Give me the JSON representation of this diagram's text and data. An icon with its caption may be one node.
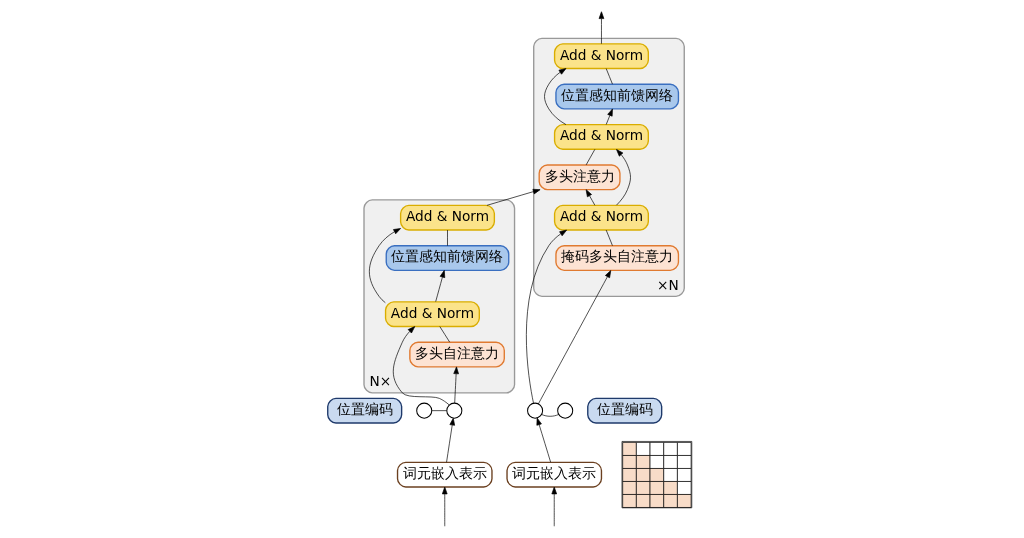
{
  "diagram": {
    "nodes": [
      {
        "text": [],
        "shape": "box",
        "beside": [
          "N×"
        ]
      },
      {
        "text": [
          "Add & Norm"
        ],
        "in": 0
      },
      {
        "text": [
          "位置感知前馈网络"
        ],
        "in": 0
      },
      {
        "text": [
          "Add & Norm"
        ],
        "in": 0
      },
      {
        "text": [
          "多头自注意力"
        ],
        "in": 0
      },
      {
        "text": [],
        "shape": "box",
        "beside": [
          "×N"
        ]
      },
      {
        "text": [
          "Add & Norm"
        ],
        "in": 5
      },
      {
        "text": [
          "位置感知前馈网络"
        ],
        "in": 5
      },
      {
        "text": [
          "Add & Norm"
        ],
        "in": 5
      },
      {
        "text": [
          "多头注意力"
        ],
        "in": 5
      },
      {
        "text": [
          "Add & Norm"
        ],
        "in": 5
      },
      {
        "text": [
          "掩码多头自注意力"
        ],
        "in": 5
      },
      {
        "text": [],
        "shape": "grid"
      },
      {
        "text": [
          "位置编码"
        ]
      },
      {
        "text": [],
        "shape": "circle"
      },
      {
        "text": [],
        "shape": "circle"
      },
      {
        "text": [
          "词元嵌入表示"
        ]
      },
      {
        "text": [],
        "shape": "circle"
      },
      {
        "text": [],
        "shape": "circle"
      },
      {
        "text": [
          "位置编码"
        ]
      },
      {
        "text": [
          "词元嵌入表示"
        ]
      }
    ],
    "edges": [
      {
        "from": null,
        "to": 16,
        "arrow": "to"
      },
      {
        "from": 16,
        "to": 15,
        "arrow": "to"
      },
      {
        "from": 14,
        "to": 15,
        "arrow": "none"
      },
      {
        "from": 15,
        "to": 4,
        "arrow": "to"
      },
      {
        "from": 15,
        "to": 3,
        "arrow": "to"
      },
      {
        "from": 4,
        "to": 3,
        "arrow": "none"
      },
      {
        "from": 3,
        "to": 2,
        "arrow": "to"
      },
      {
        "from": 3,
        "to": 1,
        "arrow": "to"
      },
      {
        "from": 2,
        "to": 1,
        "arrow": "none"
      },
      {
        "from": 1,
        "to": 9,
        "arrow": "to"
      },
      {
        "from": null,
        "to": 20,
        "arrow": "to"
      },
      {
        "from": 20,
        "to": 17,
        "arrow": "to"
      },
      {
        "from": 18,
        "to": 17,
        "arrow": "none"
      },
      {
        "from": 17,
        "to": 11,
        "arrow": "to"
      },
      {
        "from": 17,
        "to": 10,
        "arrow": "to"
      },
      {
        "from": 11,
        "to": 10,
        "arrow": "none"
      },
      {
        "from": 10,
        "to": 9,
        "arrow": "to"
      },
      {
        "from": 10,
        "to": 8,
        "arrow": "to"
      },
      {
        "from": 9,
        "to": 8,
        "arrow": "none"
      },
      {
        "from": 8,
        "to": 7,
        "arrow": "to"
      },
      {
        "from": 8,
        "to": 6,
        "arrow": "to"
      },
      {
        "from": 7,
        "to": 6,
        "arrow": "none"
      },
      {
        "from": 6,
        "to": null,
        "arrow": "to"
      }
    ]
  }
}
